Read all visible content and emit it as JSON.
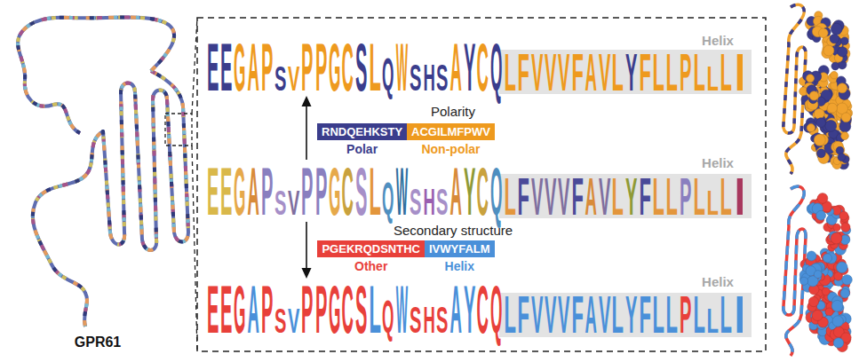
{
  "diagram": {
    "nodes": [
      {
        "text": [
          "RNDQEHKSTY",
          "Polar"
        ]
      },
      {
        "text": [
          "ACGILMFPWV",
          "Non-polar"
        ]
      },
      {
        "text": [
          "PGEKRQDSNTHC",
          "Other"
        ]
      },
      {
        "text": [
          "IVWYFALM",
          "Helix"
        ]
      }
    ],
    "labels": [
      "GPR61",
      "Helix",
      "EEGAPSVPPGCSLQWSHSAYCQLFVVVFAVLYFLLPLLLI",
      "Polarity",
      "Helix",
      "EEGAPSVPPGCSLQWSHSAYCQLFVVVFAVLYFLLPLLLI",
      "Secondary structure",
      "Helix",
      "EEGAPSVPPGCSLQWSHSAYCQLFVVVFAVLYFLLPLLLI"
    ]
  }
}
